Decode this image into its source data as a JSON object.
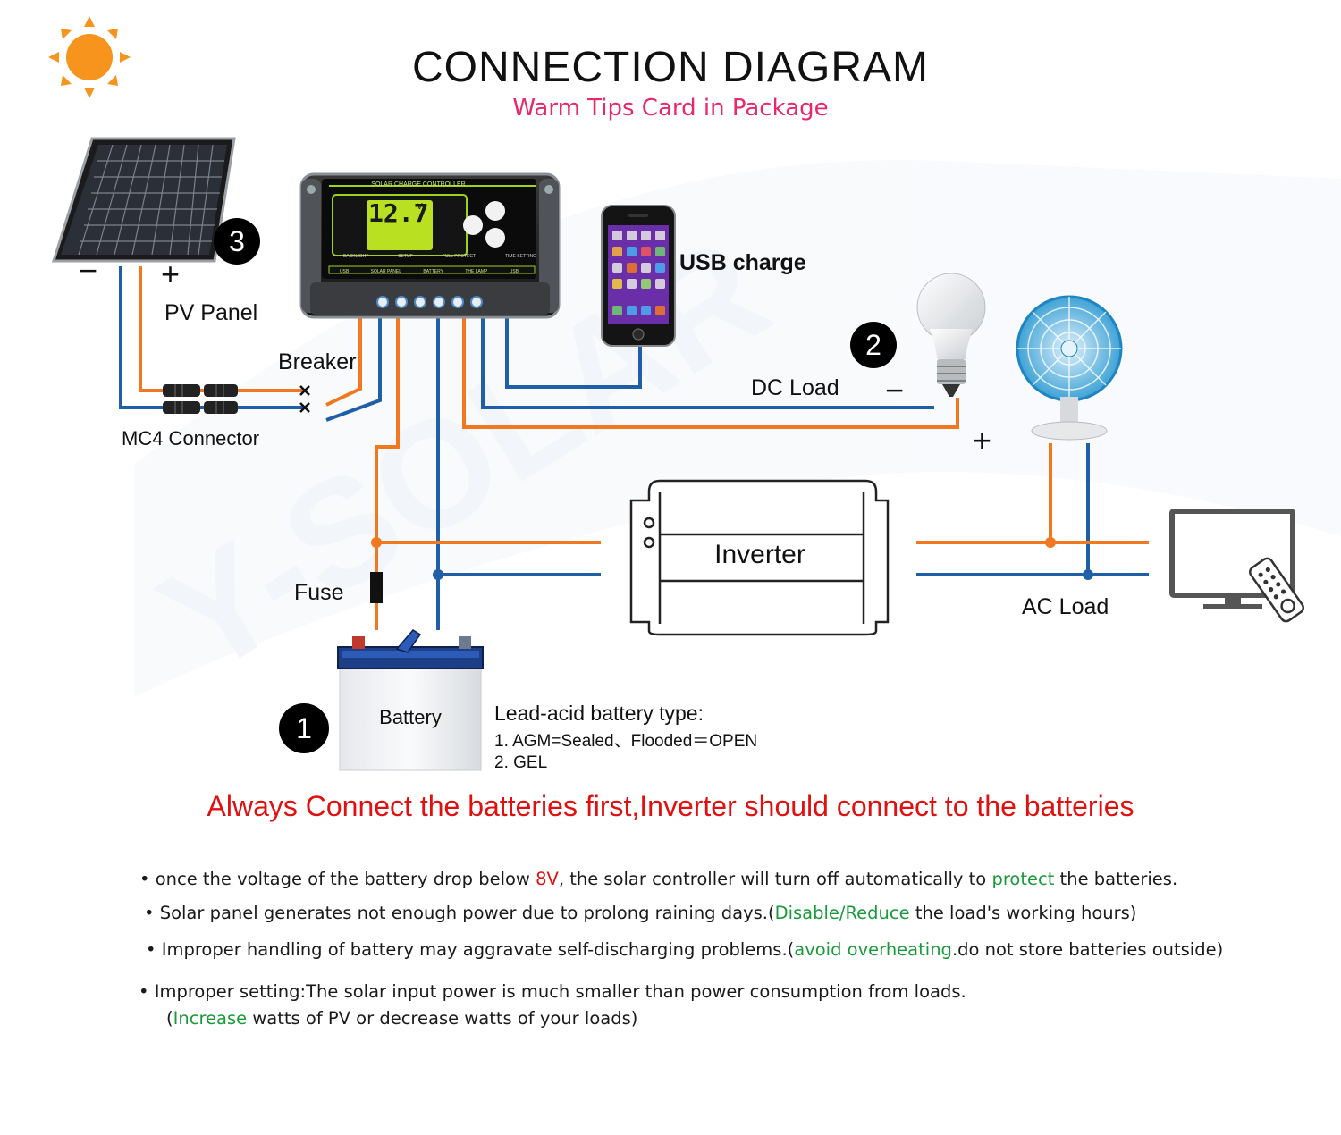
{
  "title": "CONNECTION DIAGRAM",
  "subtitle": "Warm Tips  Card in Package",
  "colors": {
    "positive_wire": "#f07820",
    "negative_wire": "#1f5fa8",
    "warning": "#e01010",
    "highlight": "#1a9a3a",
    "subtitle": "#e8286a",
    "sun": "#f7941d"
  },
  "watermark": "Y-SOLAR",
  "components": {
    "pv_panel": {
      "label": "PV Panel",
      "badge": "3",
      "minus": "−",
      "plus": "+"
    },
    "mc4": {
      "label": "MC4 Connector"
    },
    "breaker": {
      "label": "Breaker"
    },
    "controller": {
      "header": "SOLAR CHARGE CONTROLLER",
      "display": "12.7",
      "display_unit": "V",
      "indicators": [
        "BACKLIGHT",
        "SETUP",
        "FULL PROTECT",
        "TIME SETTING"
      ],
      "ports": [
        "USB",
        "SOLAR PANEL",
        "BATTERY",
        "THE LAMP",
        "USB"
      ]
    },
    "usb": {
      "label": "USB charge"
    },
    "dc_load": {
      "label": "DC Load",
      "badge": "2",
      "minus": "−",
      "plus": "+"
    },
    "inverter": {
      "label": "Inverter"
    },
    "ac_load": {
      "label": "AC Load"
    },
    "fuse": {
      "label": "Fuse"
    },
    "battery": {
      "label": "Battery",
      "badge": "1",
      "type_title": "Lead-acid battery type:",
      "types": [
        "1. AGM=Sealed、Flooded＝OPEN",
        "2. GEL"
      ]
    }
  },
  "warning": "Always Connect the batteries first,Inverter should connect to the batteries",
  "tips": [
    {
      "parts": [
        {
          "text": "• once the voltage of the battery drop below ",
          "style": ""
        },
        {
          "text": "8V",
          "style": "red"
        },
        {
          "text": ", the solar controller will turn off automatically to ",
          "style": ""
        },
        {
          "text": "protect",
          "style": "green"
        },
        {
          "text": " the batteries.",
          "style": ""
        }
      ]
    },
    {
      "parts": [
        {
          "text": "• Solar panel generates not enough power due to prolong raining days.(",
          "style": ""
        },
        {
          "text": "Disable/Reduce",
          "style": "green"
        },
        {
          "text": " the load's working hours)",
          "style": ""
        }
      ]
    },
    {
      "parts": [
        {
          "text": "• Improper handling of battery may aggravate self-discharging problems.(",
          "style": ""
        },
        {
          "text": "avoid overheating",
          "style": "green"
        },
        {
          "text": ".do not store batteries outside)",
          "style": ""
        }
      ]
    },
    {
      "parts": [
        {
          "text": "• Improper setting:The solar input power is much smaller than power consumption from loads.",
          "style": ""
        }
      ]
    },
    {
      "parts": [
        {
          "text": "(",
          "style": ""
        },
        {
          "text": "Increase",
          "style": "green"
        },
        {
          "text": " watts of PV or decrease watts of your loads)",
          "style": ""
        }
      ]
    }
  ]
}
